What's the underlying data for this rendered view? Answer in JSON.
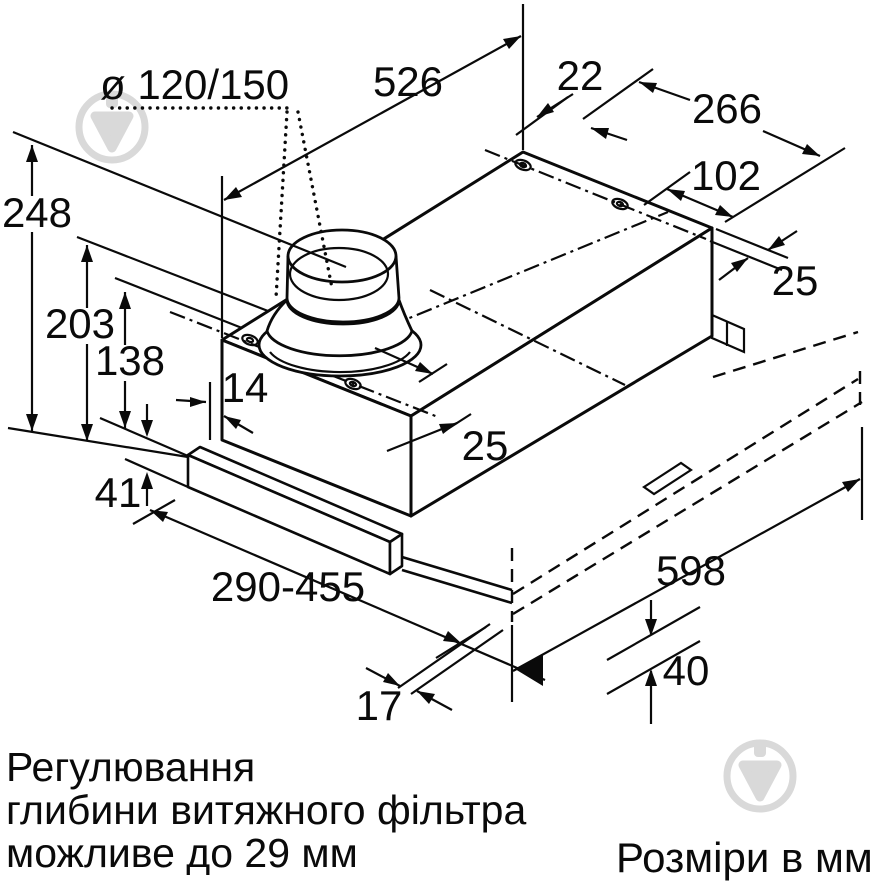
{
  "page": {
    "background": "#ffffff",
    "line_color": "#0a0a0a",
    "watermark_color": "#d9d9d9"
  },
  "dimensions": {
    "duct_diameter": "ø 120/150",
    "top_width": "526",
    "rear_offset_small": "22",
    "depth": "266",
    "hole_spacing": "102",
    "rear_edge_offset": "25",
    "total_height": "248",
    "body_height": "203",
    "mid_height": "138",
    "left_offset": "14",
    "front_edge_offset": "25",
    "lower_rail_height": "41",
    "telescopic_range": "290-455",
    "drawer_width": "598",
    "rail_gap": "17",
    "drawer_front_height": "40"
  },
  "notes": {
    "adjustment_line1": "Регулювання",
    "adjustment_line2": "глибини витяжного фільтра",
    "adjustment_line3": "можливе до 29 мм",
    "units_note": "Розміри в мм"
  },
  "icons": {
    "watermark": "location-pin-badge-icon"
  }
}
